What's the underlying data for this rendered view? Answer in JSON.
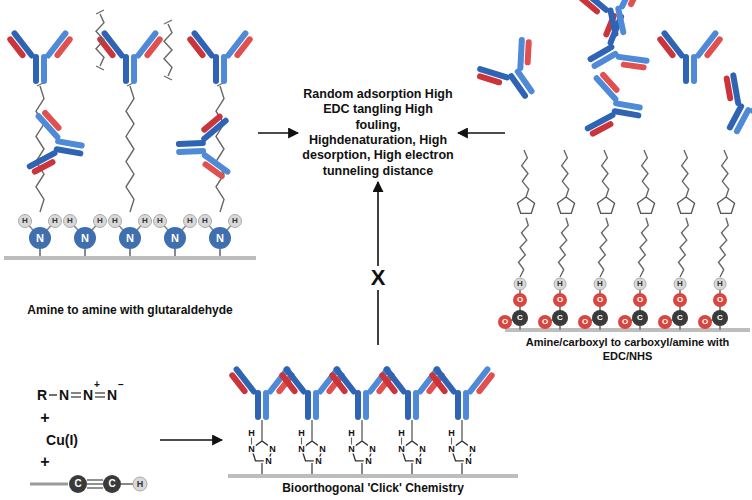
{
  "diagram": {
    "nodes": [
      {
        "text": [
          "Amine to amine with glutaraldehyde"
        ]
      },
      {
        "text": [
          "Random adsorption High EDC tangling High fouling, Highdenaturation, High desorption, High electron tunneling distance"
        ]
      },
      {
        "text": [
          "Amine/carboxyl to carboxyl/amine with EDC/NHS"
        ]
      },
      {
        "text": [
          "Bioorthogonal 'Click' Chemistry"
        ]
      }
    ],
    "edges": [
      {
        "from": 0,
        "to": 1,
        "arrow": "to"
      },
      {
        "from": 2,
        "to": 1,
        "arrow": "to"
      },
      {
        "from": 3,
        "to": 1,
        "label": "X",
        "arrow": "to"
      }
    ],
    "labels": [
      "N",
      "H",
      "H",
      "N",
      "H",
      "H",
      "N",
      "H",
      "H",
      "N",
      "H",
      "H",
      "N",
      "H",
      "H",
      "H",
      "O",
      "C",
      "O",
      "H",
      "O",
      "C",
      "O",
      "H",
      "O",
      "C",
      "O",
      "H",
      "O",
      "C",
      "O",
      "H",
      "O",
      "C",
      "O",
      "H",
      "O",
      "C",
      "O",
      "R",
      "N",
      "N",
      "+",
      "N",
      "−",
      "+",
      "Cu(I)",
      "+",
      "C",
      "C",
      "H",
      "H",
      "N",
      "N",
      "N",
      "H",
      "N",
      "N",
      "N",
      "H",
      "N",
      "N",
      "N",
      "H",
      "N",
      "N",
      "N",
      "H",
      "N",
      "N",
      "N"
    ]
  }
}
